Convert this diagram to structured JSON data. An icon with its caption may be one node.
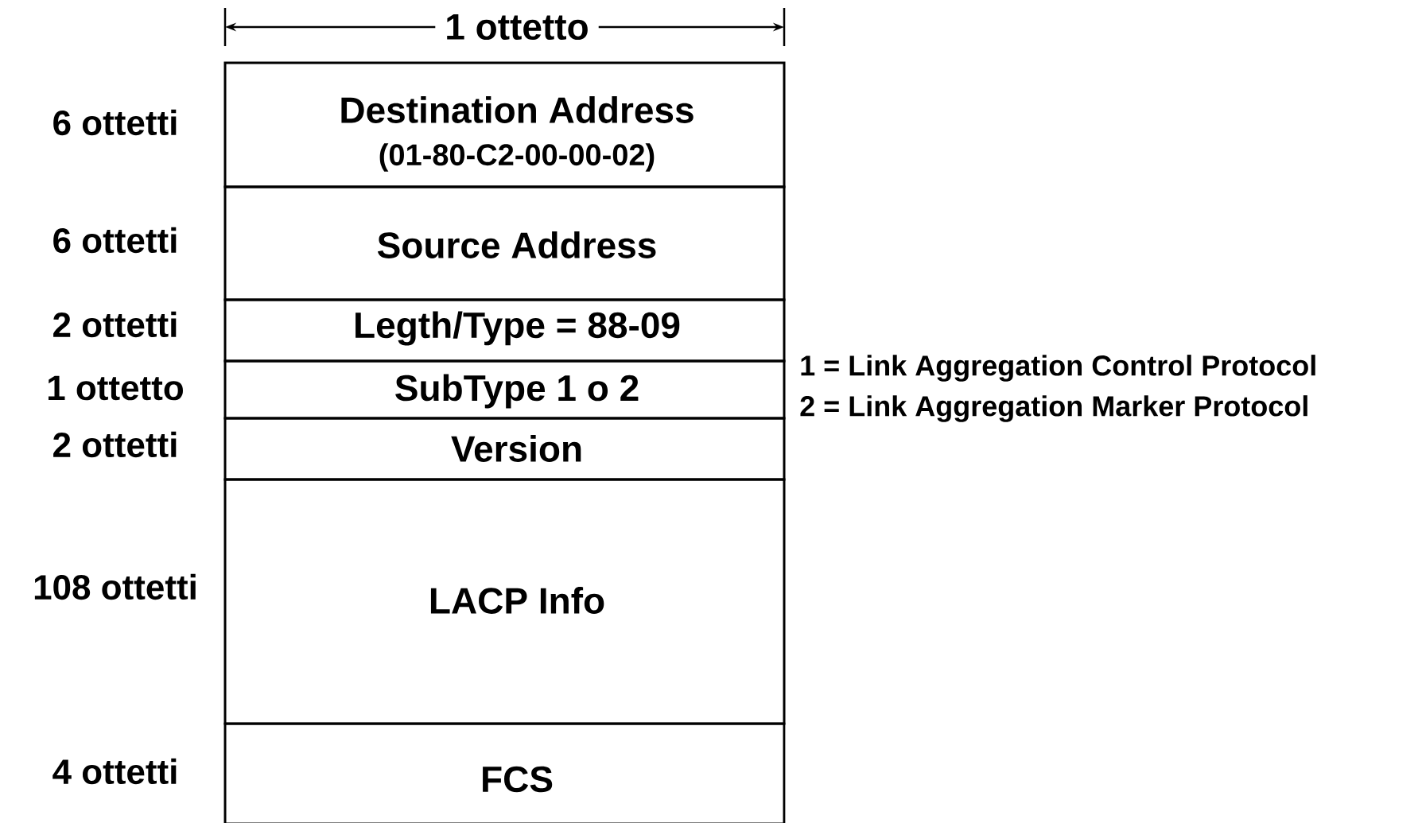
{
  "diagram": {
    "nodes": [
      {
        "text": [
          "Destination Address",
          "(01-80-C2-00-00-02)"
        ],
        "beside": [
          "6 ottetti"
        ]
      },
      {
        "text": [
          "Source Address"
        ],
        "beside": [
          "6 ottetti"
        ]
      },
      {
        "text": [
          "Legth/Type = 88-09"
        ],
        "beside": [
          "2 ottetti"
        ]
      },
      {
        "text": [
          "SubType 1 o 2"
        ],
        "beside": [
          "1 ottetto"
        ]
      },
      {
        "text": [
          "Version"
        ],
        "beside": [
          "2 ottetti"
        ]
      },
      {
        "text": [
          "LACP Info"
        ],
        "beside": [
          "108 ottetti"
        ]
      },
      {
        "text": [
          "FCS"
        ],
        "beside": [
          "4 ottetti"
        ]
      }
    ],
    "labels": [
      "1 ottetto",
      "1 = Link Aggregation Control Protocol",
      "2 = Link Aggregation Marker Protocol"
    ]
  }
}
